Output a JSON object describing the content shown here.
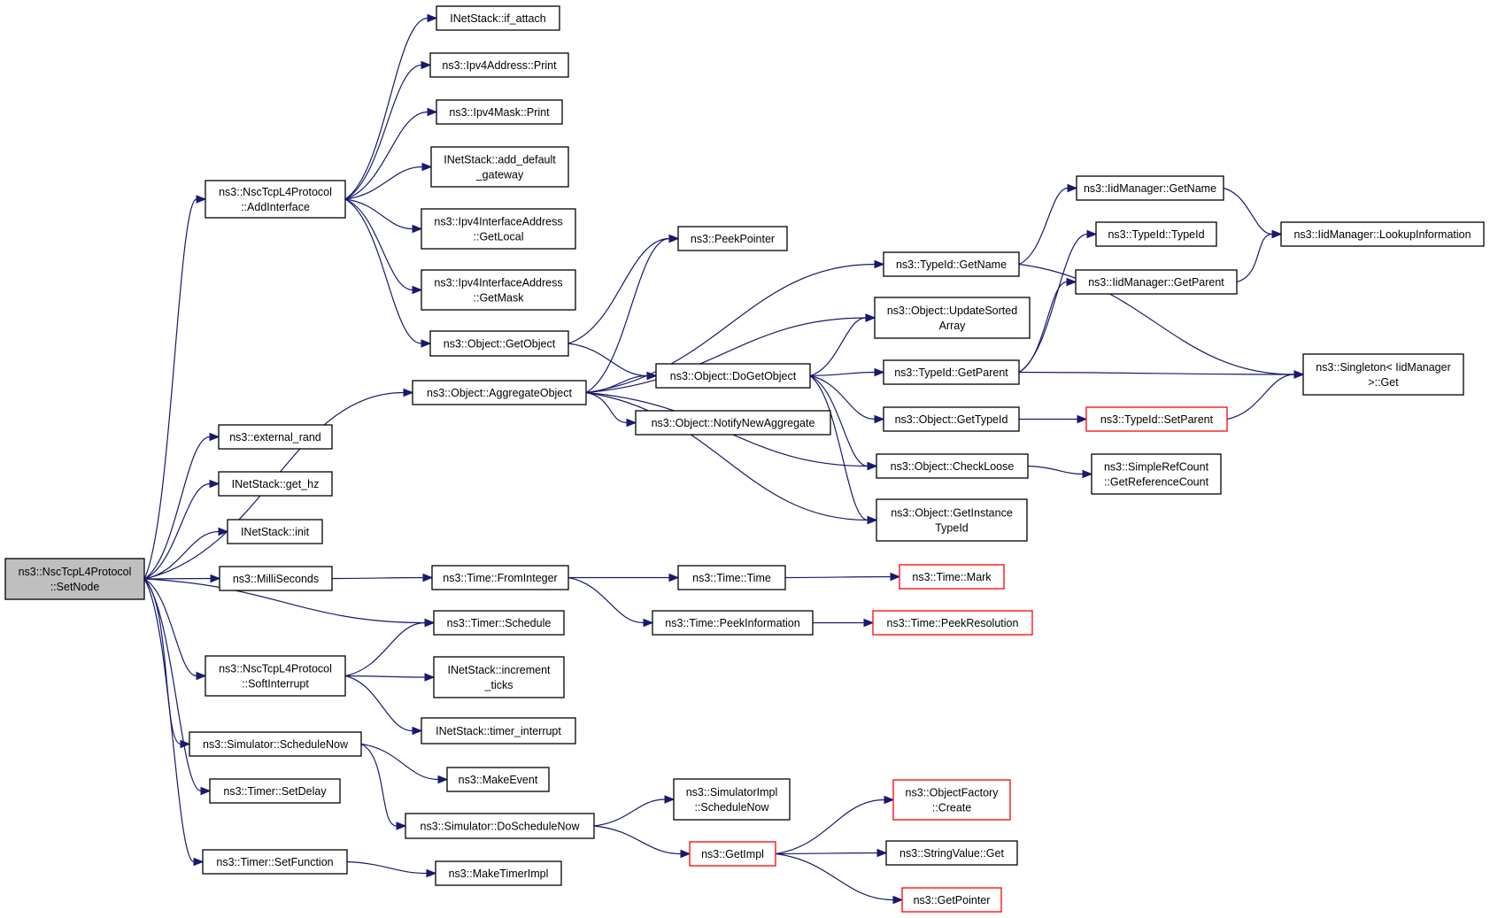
{
  "diagram": {
    "nodes": [
      {
        "id": "setnode",
        "lines": [
          "ns3::NscTcpL4Protocol",
          "::SetNode"
        ],
        "root": true
      },
      {
        "id": "addinterface",
        "lines": [
          "ns3::NscTcpL4Protocol",
          "::AddInterface"
        ]
      },
      {
        "id": "if_attach",
        "lines": [
          "INetStack::if_attach"
        ]
      },
      {
        "id": "ipv4addr_print",
        "lines": [
          "ns3::Ipv4Address::Print"
        ]
      },
      {
        "id": "ipv4mask_print",
        "lines": [
          "ns3::Ipv4Mask::Print"
        ]
      },
      {
        "id": "add_default_gateway",
        "lines": [
          "INetStack::add_default",
          "_gateway"
        ]
      },
      {
        "id": "getlocal",
        "lines": [
          "ns3::Ipv4InterfaceAddress",
          "::GetLocal"
        ]
      },
      {
        "id": "getmask",
        "lines": [
          "ns3::Ipv4InterfaceAddress",
          "::GetMask"
        ]
      },
      {
        "id": "getobject",
        "lines": [
          "ns3::Object::GetObject"
        ]
      },
      {
        "id": "aggregateobject",
        "lines": [
          "ns3::Object::AggregateObject"
        ]
      },
      {
        "id": "external_rand",
        "lines": [
          "ns3::external_rand"
        ]
      },
      {
        "id": "get_hz",
        "lines": [
          "INetStack::get_hz"
        ]
      },
      {
        "id": "init",
        "lines": [
          "INetStack::init"
        ]
      },
      {
        "id": "milliseconds",
        "lines": [
          "ns3::MilliSeconds"
        ]
      },
      {
        "id": "timer_schedule",
        "lines": [
          "ns3::Timer::Schedule"
        ]
      },
      {
        "id": "softinterrupt",
        "lines": [
          "ns3::NscTcpL4Protocol",
          "::SoftInterrupt"
        ]
      },
      {
        "id": "increment_ticks",
        "lines": [
          "INetStack::increment",
          "_ticks"
        ]
      },
      {
        "id": "timer_interrupt",
        "lines": [
          "INetStack::timer_interrupt"
        ]
      },
      {
        "id": "schedulenow",
        "lines": [
          "ns3::Simulator::ScheduleNow"
        ]
      },
      {
        "id": "makeevent",
        "lines": [
          "ns3::MakeEvent"
        ]
      },
      {
        "id": "setdelay",
        "lines": [
          "ns3::Timer::SetDelay"
        ]
      },
      {
        "id": "doschedulenow",
        "lines": [
          "ns3::Simulator::DoScheduleNow"
        ]
      },
      {
        "id": "setfunction",
        "lines": [
          "ns3::Timer::SetFunction"
        ]
      },
      {
        "id": "maketimerimpl",
        "lines": [
          "ns3::MakeTimerImpl"
        ]
      },
      {
        "id": "peekpointer",
        "lines": [
          "ns3::PeekPointer"
        ]
      },
      {
        "id": "dogetobject",
        "lines": [
          "ns3::Object::DoGetObject"
        ]
      },
      {
        "id": "notifynewaggregate",
        "lines": [
          "ns3::Object::NotifyNewAggregate"
        ]
      },
      {
        "id": "typeid_getname",
        "lines": [
          "ns3::TypeId::GetName"
        ]
      },
      {
        "id": "updatesortedarray",
        "lines": [
          "ns3::Object::UpdateSorted",
          "Array"
        ]
      },
      {
        "id": "typeid_getparent",
        "lines": [
          "ns3::TypeId::GetParent"
        ]
      },
      {
        "id": "gettypeid",
        "lines": [
          "ns3::Object::GetTypeId"
        ]
      },
      {
        "id": "checkloose",
        "lines": [
          "ns3::Object::CheckLoose"
        ]
      },
      {
        "id": "getinstancetypeid",
        "lines": [
          "ns3::Object::GetInstance",
          "TypeId"
        ]
      },
      {
        "id": "frominteger",
        "lines": [
          "ns3::Time::FromInteger"
        ]
      },
      {
        "id": "time_time",
        "lines": [
          "ns3::Time::Time"
        ]
      },
      {
        "id": "peekinformation",
        "lines": [
          "ns3::Time::PeekInformation"
        ]
      },
      {
        "id": "simimpl_schedulenow",
        "lines": [
          "ns3::SimulatorImpl",
          "::ScheduleNow"
        ]
      },
      {
        "id": "getimpl",
        "lines": [
          "ns3::GetImpl"
        ],
        "red": true
      },
      {
        "id": "iid_getname",
        "lines": [
          "ns3::IidManager::GetName"
        ]
      },
      {
        "id": "typeid_typeid",
        "lines": [
          "ns3::TypeId::TypeId"
        ]
      },
      {
        "id": "iid_getparent",
        "lines": [
          "ns3::IidManager::GetParent"
        ]
      },
      {
        "id": "typeid_setparent",
        "lines": [
          "ns3::TypeId::SetParent"
        ],
        "red": true
      },
      {
        "id": "getreferencecount",
        "lines": [
          "ns3::SimpleRefCount",
          "::GetReferenceCount"
        ]
      },
      {
        "id": "time_mark",
        "lines": [
          "ns3::Time::Mark"
        ],
        "red": true
      },
      {
        "id": "peekresolution",
        "lines": [
          "ns3::Time::PeekResolution"
        ],
        "red": true
      },
      {
        "id": "objectfactory_create",
        "lines": [
          "ns3::ObjectFactory",
          "::Create"
        ],
        "red": true
      },
      {
        "id": "stringvalue_get",
        "lines": [
          "ns3::StringValue::Get"
        ]
      },
      {
        "id": "getpointer",
        "lines": [
          "ns3::GetPointer"
        ],
        "red": true
      },
      {
        "id": "lookupinformation",
        "lines": [
          "ns3::IidManager::LookupInformation"
        ]
      },
      {
        "id": "singleton_get",
        "lines": [
          "ns3::Singleton< IidManager",
          ">::Get"
        ]
      }
    ],
    "edges": [
      [
        "setnode",
        "addinterface"
      ],
      [
        "setnode",
        "aggregateobject"
      ],
      [
        "setnode",
        "external_rand"
      ],
      [
        "setnode",
        "get_hz"
      ],
      [
        "setnode",
        "init"
      ],
      [
        "setnode",
        "milliseconds"
      ],
      [
        "setnode",
        "timer_schedule"
      ],
      [
        "setnode",
        "softinterrupt"
      ],
      [
        "setnode",
        "schedulenow"
      ],
      [
        "setnode",
        "setdelay"
      ],
      [
        "setnode",
        "setfunction"
      ],
      [
        "addinterface",
        "if_attach"
      ],
      [
        "addinterface",
        "ipv4addr_print"
      ],
      [
        "addinterface",
        "ipv4mask_print"
      ],
      [
        "addinterface",
        "add_default_gateway"
      ],
      [
        "addinterface",
        "getlocal"
      ],
      [
        "addinterface",
        "getmask"
      ],
      [
        "addinterface",
        "getobject"
      ],
      [
        "getobject",
        "peekpointer"
      ],
      [
        "getobject",
        "dogetobject"
      ],
      [
        "aggregateobject",
        "peekpointer"
      ],
      [
        "aggregateobject",
        "dogetobject"
      ],
      [
        "aggregateobject",
        "notifynewaggregate"
      ],
      [
        "aggregateobject",
        "typeid_getname"
      ],
      [
        "aggregateobject",
        "updatesortedarray"
      ],
      [
        "aggregateobject",
        "checkloose"
      ],
      [
        "aggregateobject",
        "getinstancetypeid"
      ],
      [
        "dogetobject",
        "updatesortedarray"
      ],
      [
        "dogetobject",
        "typeid_getparent"
      ],
      [
        "dogetobject",
        "gettypeid"
      ],
      [
        "dogetobject",
        "checkloose"
      ],
      [
        "dogetobject",
        "getinstancetypeid"
      ],
      [
        "typeid_getname",
        "iid_getname"
      ],
      [
        "typeid_getname",
        "singleton_get"
      ],
      [
        "typeid_getparent",
        "typeid_typeid"
      ],
      [
        "typeid_getparent",
        "iid_getparent"
      ],
      [
        "typeid_getparent",
        "singleton_get"
      ],
      [
        "gettypeid",
        "typeid_setparent"
      ],
      [
        "typeid_setparent",
        "singleton_get"
      ],
      [
        "checkloose",
        "getreferencecount"
      ],
      [
        "iid_getname",
        "lookupinformation"
      ],
      [
        "iid_getparent",
        "lookupinformation"
      ],
      [
        "milliseconds",
        "frominteger"
      ],
      [
        "frominteger",
        "time_time"
      ],
      [
        "frominteger",
        "peekinformation"
      ],
      [
        "time_time",
        "time_mark"
      ],
      [
        "peekinformation",
        "peekresolution"
      ],
      [
        "softinterrupt",
        "timer_schedule"
      ],
      [
        "softinterrupt",
        "increment_ticks"
      ],
      [
        "softinterrupt",
        "timer_interrupt"
      ],
      [
        "schedulenow",
        "makeevent"
      ],
      [
        "schedulenow",
        "doschedulenow"
      ],
      [
        "doschedulenow",
        "simimpl_schedulenow"
      ],
      [
        "doschedulenow",
        "getimpl"
      ],
      [
        "getimpl",
        "objectfactory_create"
      ],
      [
        "getimpl",
        "stringvalue_get"
      ],
      [
        "getimpl",
        "getpointer"
      ],
      [
        "setfunction",
        "maketimerimpl"
      ]
    ]
  }
}
